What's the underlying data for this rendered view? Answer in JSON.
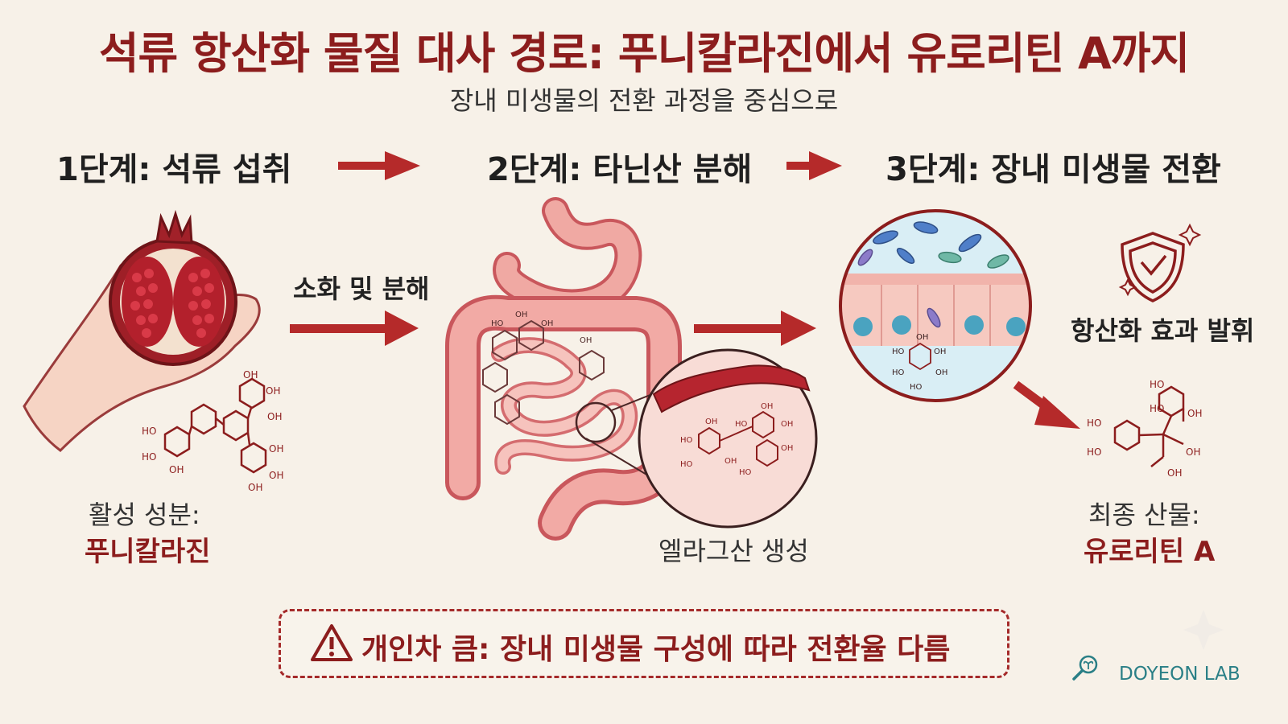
{
  "title": "석류 항산화 물질 대사 경로: 푸니칼라진에서 유로리틴 A까지",
  "subtitle": "장내 미생물의 전환 과정을 중심으로",
  "steps": [
    {
      "label": "1단계: 석류 섭취"
    },
    {
      "label": "2단계: 타닌산 분해"
    },
    {
      "label": "3단계: 장내 미생물 전환"
    }
  ],
  "process": {
    "digestion": "소화 및 분해"
  },
  "active": {
    "label": "활성 성분:",
    "name": "푸니칼라진"
  },
  "ellagic": {
    "label": "엘라그산 생성"
  },
  "effect": {
    "label": "항산화 효과 발휘"
  },
  "final": {
    "label": "최종 산물:",
    "name": "유로리틴 A"
  },
  "note": {
    "text": "개인차 큼: 장내 미생물 구성에 따라 전환율 다름"
  },
  "chem": {
    "oh": "OH",
    "ho": "HO"
  },
  "brand": {
    "name": "DOYEON LAB"
  },
  "colors": {
    "accent": "#8c1d1d",
    "arrow": "#b52a2a",
    "teal": "#2a7f86",
    "background": "#f7f1e8"
  }
}
